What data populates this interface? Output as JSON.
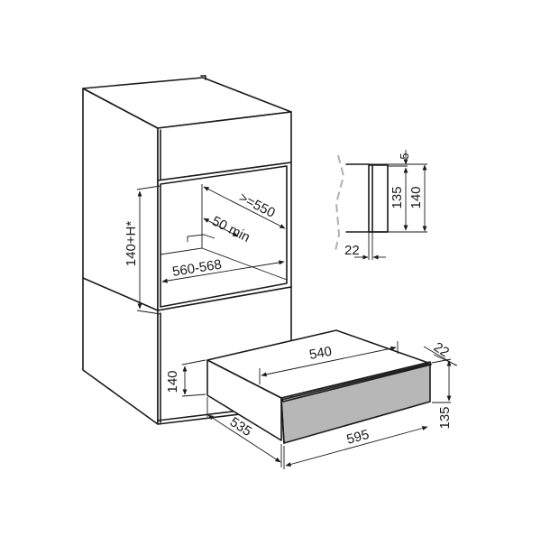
{
  "figure": {
    "type": "installation-dimension-drawing",
    "subject": "built-in warming drawer under oven in tall cabinet",
    "units": "mm",
    "colors": {
      "line": "#1a1a1a",
      "drawer_front_fill": "#b7b7b7",
      "background": "#ffffff",
      "wall_dash": "#b0b0b0"
    }
  },
  "oven_niche": {
    "height_label": "140+H*",
    "depth_label": ">=550",
    "rear_gap_label": "50 min",
    "width_label": "560-568"
  },
  "drawer_niche": {
    "height_label": "140"
  },
  "drawer": {
    "inner_width_label": "540",
    "depth_label": "535",
    "front_width_label": "595",
    "front_height_label": "135",
    "front_thickness_label": "22"
  },
  "side_detail": {
    "top_gap_label": "5",
    "front_height_label": "135",
    "total_height_label": "140",
    "front_thickness_label": "22"
  }
}
